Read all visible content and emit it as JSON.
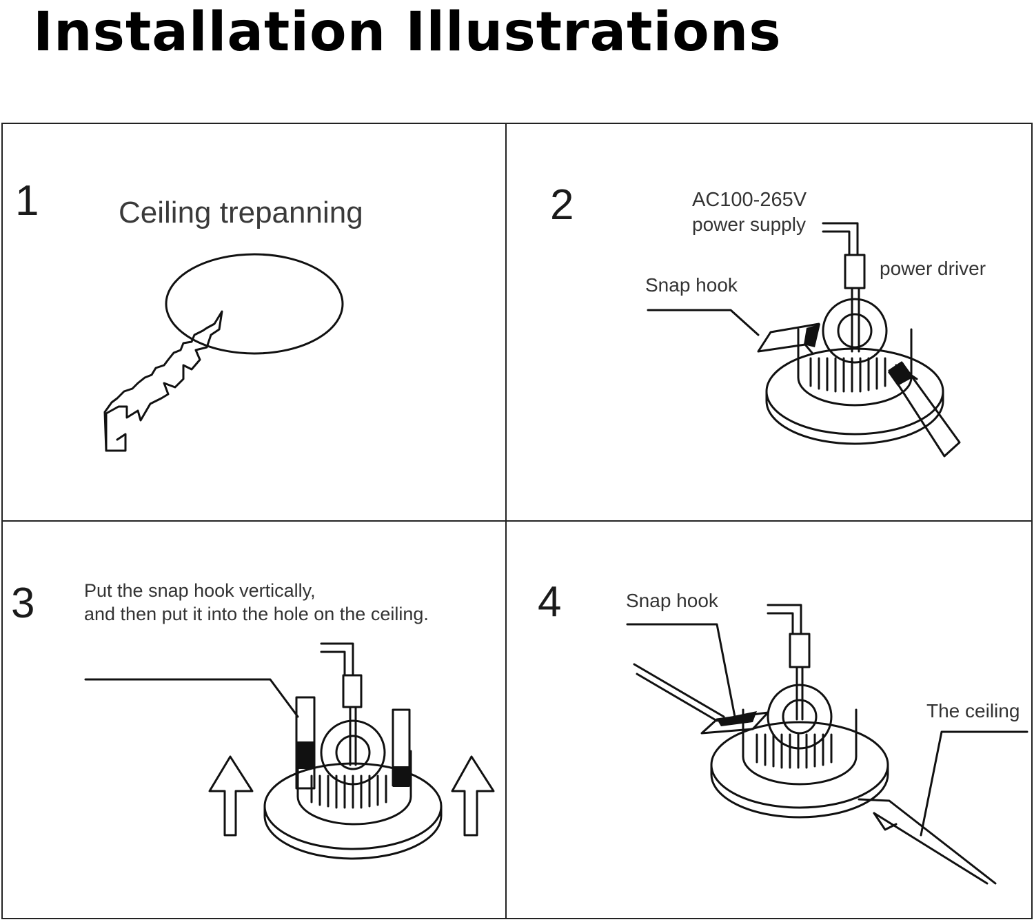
{
  "title": "Installation Illustrations",
  "panels": [
    {
      "number": "1",
      "label": "Ceiling trepanning"
    },
    {
      "number": "2",
      "supply_line1": "AC100-265V",
      "supply_line2": "power supply",
      "driver": "power driver",
      "hook": "Snap hook"
    },
    {
      "number": "3",
      "line1": "Put the snap hook vertically,",
      "line2": "and then put it into the hole on the ceiling."
    },
    {
      "number": "4",
      "hook": "Snap hook",
      "ceiling": "The ceiling"
    }
  ]
}
